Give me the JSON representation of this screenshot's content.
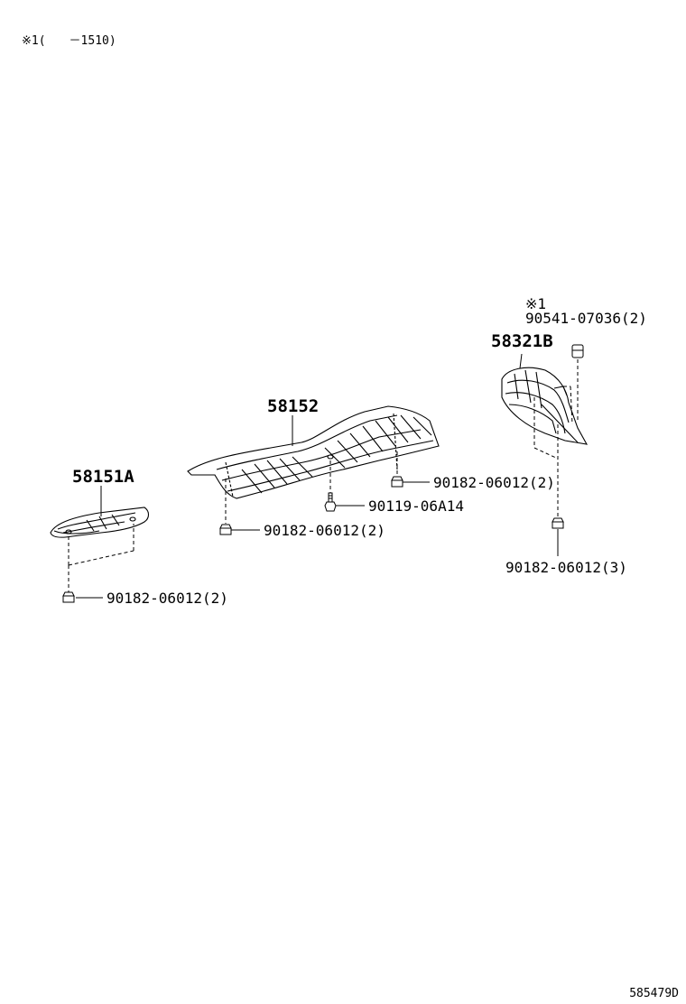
{
  "header_note": "※1(　　－1510)",
  "illustration_ref": "585479D",
  "parts": {
    "p58151A": "58151A",
    "p58152": "58152",
    "p58321B": "58321B",
    "p90541": "90541-07036(2)",
    "p90541_note": "※1",
    "p90182_right_upper": "90182-06012(2)",
    "p90119": "90119-06A14",
    "p90182_center_left": "90182-06012(2)",
    "p90182_left": "90182-06012(2)",
    "p90182_right_lower": "90182-06012(3)"
  }
}
